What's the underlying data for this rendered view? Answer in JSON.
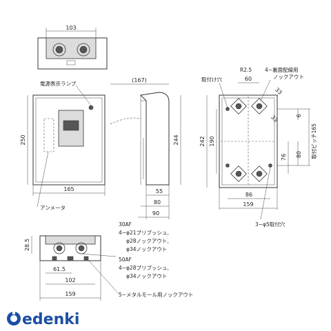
{
  "top_view": {
    "width_dim": "103"
  },
  "front_view": {
    "lamp_label": "電源表示ランプ",
    "height_dim": "250",
    "width_dim": "165",
    "ammeter_label": "アンメータ"
  },
  "side_view": {
    "top_dim": "(167)",
    "height_dim": "244",
    "dim_55": "55",
    "dim_80": "80",
    "dim_90": "90"
  },
  "back_view": {
    "mount_hole_label": "取付け穴",
    "r_label": "R2.5",
    "dim_60": "60",
    "knockout_label_line1": "4−裏面配線用",
    "knockout_label_line2": "ノックアウト",
    "dim_33a": "33",
    "dim_33b": "33",
    "dim_6": "6",
    "pitch_label": "取付ピッチ165",
    "height_dim": "242",
    "dim_190": "190",
    "dim_76": "76",
    "dim_80": "80",
    "dim_86": "86",
    "width_dim": "159",
    "hole_note": "3−φ5取付穴"
  },
  "bottom_view": {
    "dim_28_5": "28.5",
    "dim_61_5": "61.5",
    "dim_102": "102",
    "width_dim": "159"
  },
  "notes": {
    "af30": "30AF",
    "af30_l1": "4−φ21プリブッシュ,",
    "af30_l2": "φ28ノックアウト,",
    "af30_l3": "φ34ノックアウト",
    "af50": "50AF",
    "af50_l1": "4−φ28プリブッシュ,",
    "af50_l2": "φ34ノックアウト",
    "metal_mold": "5−メタルモール用ノックアウト"
  },
  "brand": {
    "text": "edenki",
    "logo_icon": "denki-logo-icon"
  }
}
